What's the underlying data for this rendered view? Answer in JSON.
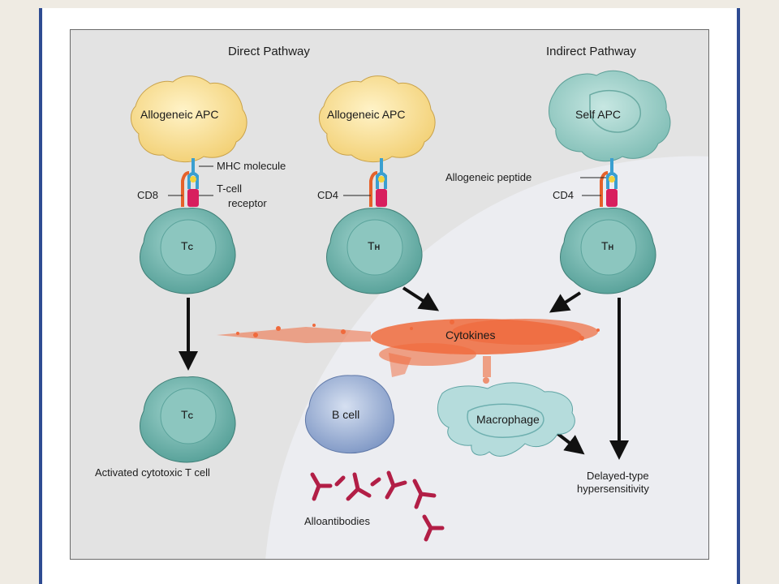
{
  "headings": {
    "direct": "Direct Pathway",
    "indirect": "Indirect Pathway"
  },
  "cells": {
    "apc_left": "Allogeneic APC",
    "apc_mid": "Allogeneic APC",
    "apc_right": "Self APC",
    "tc_top": {
      "main": "T",
      "sub": "C"
    },
    "th_mid": {
      "main": "T",
      "sub": "H"
    },
    "th_right": {
      "main": "T",
      "sub": "H"
    },
    "tc_bottom": {
      "main": "T",
      "sub": "C"
    },
    "b_cell": "B cell",
    "macrophage": "Macrophage",
    "cytokines": "Cytokines"
  },
  "labels": {
    "mhc_molecule": "MHC molecule",
    "cd8": "CD8",
    "t_cell_receptor_1": "T-cell",
    "t_cell_receptor_2": "receptor",
    "cd4_mid": "CD4",
    "allogeneic_peptide": "Allogeneic peptide",
    "cd4_right": "CD4",
    "activated_tc": "Activated cytotoxic T cell",
    "alloantibodies": "Alloantibodies",
    "dth_1": "Delayed-type",
    "dth_2": "hypersensitivity"
  },
  "colors": {
    "apc_fill": "#f7dc8c",
    "apc_stroke": "#c9a24a",
    "self_apc_fill": "#9dcfc9",
    "t_cell_fill": "#6fb3ac",
    "t_cell_inner": "#8cc6bf",
    "b_cell_fill": "#8ea6cf",
    "macrophage_fill": "#b5dcdc",
    "cytokine": "#f06a3c",
    "antibody": "#b21e46",
    "receptor": "#d81f5e",
    "mhc": "#3a9fd0",
    "frame_bg": "#e3e3e3",
    "inner_region": "#ecedf1"
  }
}
